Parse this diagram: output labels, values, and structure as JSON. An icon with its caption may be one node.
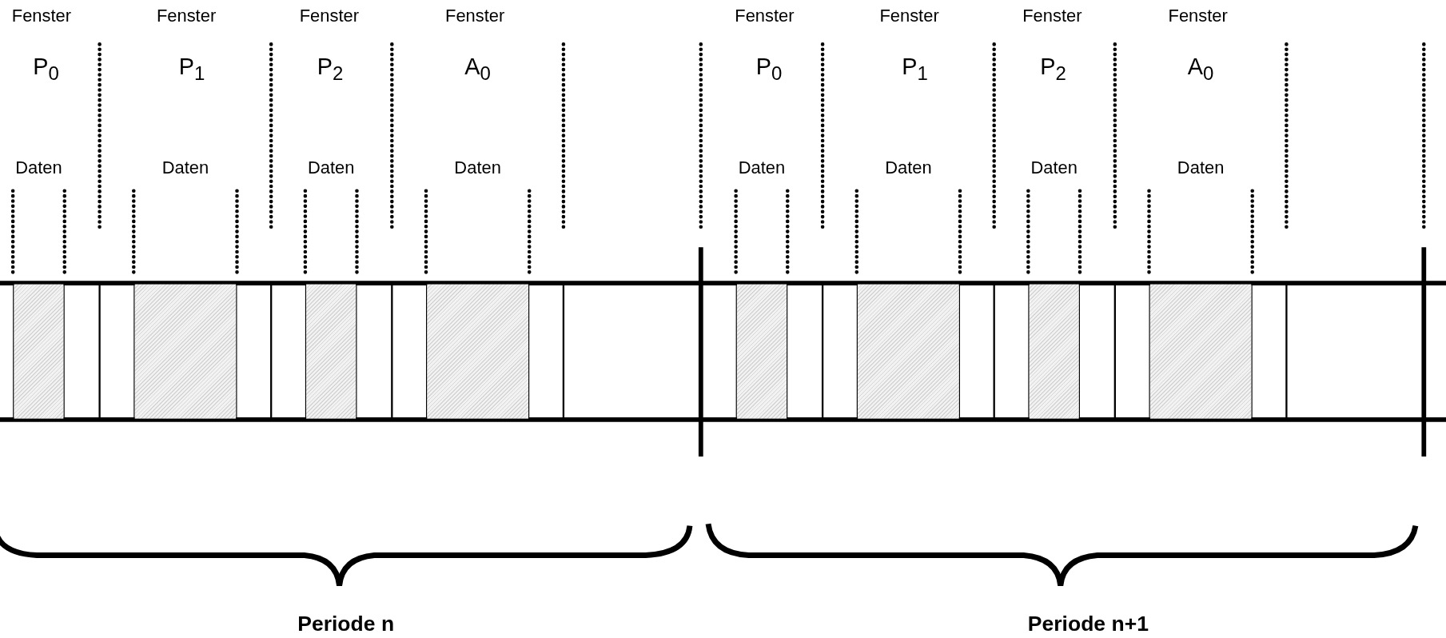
{
  "diagram": {
    "nodes": [
      {
        "text": [
          "Periode n"
        ]
      },
      {
        "text": [
          "Fenster",
          "P$_{0}$"
        ],
        "in": 0
      },
      {
        "text": [],
        "shape": "box",
        "in": 1
      },
      {
        "text": [
          "Fenster",
          "P$_{1}$"
        ],
        "in": 0
      },
      {
        "text": [],
        "shape": "box",
        "in": 3
      },
      {
        "text": [
          "Fenster",
          "P$_{2}$"
        ],
        "in": 0
      },
      {
        "text": [],
        "shape": "box",
        "in": 5
      },
      {
        "text": [
          "Fenster",
          "A$_{0}$"
        ],
        "in": 0
      },
      {
        "text": [],
        "shape": "box",
        "in": 7
      },
      {
        "text": [
          "Periode n+1"
        ]
      },
      {
        "text": [
          "Fenster",
          "P$_{0}$"
        ],
        "in": 9
      },
      {
        "text": [],
        "shape": "box",
        "in": 10
      },
      {
        "text": [
          "Fenster",
          "P$_{1}$"
        ],
        "in": 9
      },
      {
        "text": [],
        "shape": "box",
        "in": 12
      },
      {
        "text": [
          "Fenster",
          "P$_{2}$"
        ],
        "in": 9
      },
      {
        "text": [],
        "shape": "box",
        "in": 14
      },
      {
        "text": [
          "Fenster",
          "A$_{0}$"
        ],
        "in": 9
      },
      {
        "text": [],
        "shape": "box",
        "in": 16
      }
    ],
    "labels": [
      "Daten",
      "Daten",
      "Daten",
      "Daten",
      "Daten",
      "Daten",
      "Daten",
      "Daten"
    ]
  }
}
